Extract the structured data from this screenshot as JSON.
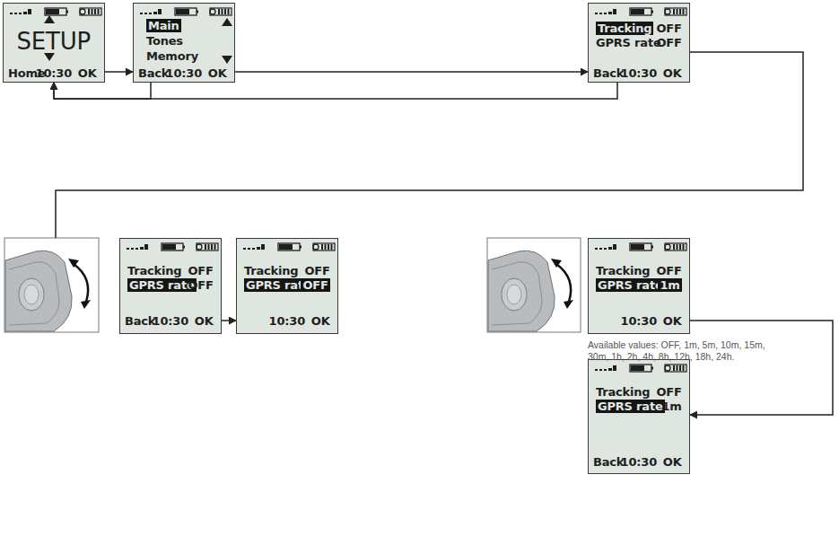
{
  "diagram": {
    "nodes": [
      {
        "text": [
          "SETUP",
          "Home",
          "10:30",
          "OK"
        ]
      },
      {
        "text": [
          "Main",
          "Tones",
          "Memory",
          "Back",
          "10:30",
          "OK"
        ]
      },
      {
        "text": [
          "Tracking",
          "OFF",
          "GPRS rate",
          "OFF",
          "Back",
          "10:30",
          "OK"
        ]
      },
      {
        "text": [
          "Tracking",
          "OFF",
          "GPRS rate",
          "OFF",
          "Back",
          "10:30",
          "OK"
        ]
      },
      {
        "text": [
          "Tracking",
          "OFF",
          "GPRS rate",
          "OFF",
          "10:30",
          "OK"
        ]
      },
      {
        "text": [
          "Tracking",
          "OFF",
          "GPRS rate",
          "1m",
          "10:30",
          "OK"
        ]
      },
      {
        "text": [
          "Tracking",
          "OFF",
          "GPRS rate",
          "1m",
          "Back",
          "10:30",
          "OK"
        ]
      }
    ],
    "edges": [
      {
        "from": 0,
        "to": 1,
        "arrow": "to"
      },
      {
        "from": 1,
        "to": 0,
        "arrow": "to"
      },
      {
        "from": 1,
        "to": 2,
        "arrow": "to"
      },
      {
        "from": 2,
        "to": 0,
        "arrow": "to"
      },
      {
        "from": 2,
        "to": 3,
        "arrow": "none"
      },
      {
        "from": 3,
        "to": 4,
        "arrow": "to"
      },
      {
        "from": 5,
        "to": 6,
        "arrow": "to"
      }
    ],
    "labels": [
      "Available values: OFF, 1m, 5m, 10m, 15m, 30m, 1h, 2h, 4h, 8h, 12h, 18h, 24h."
    ]
  }
}
